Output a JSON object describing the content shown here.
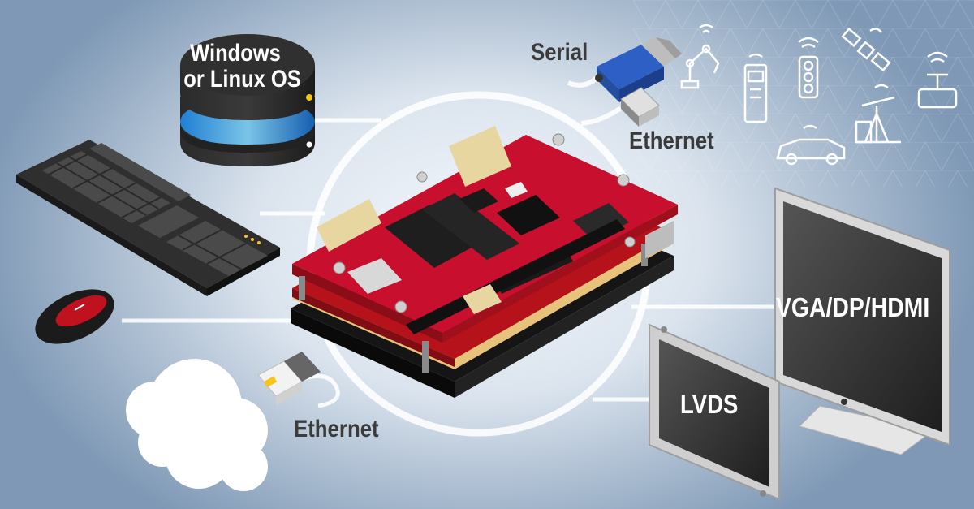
{
  "labels": {
    "os": [
      "Windows",
      "or Linux OS"
    ],
    "serial": "Serial",
    "ethernet_top": "Ethernet",
    "ethernet_bottom": "Ethernet",
    "monitor": "VGA/DP/HDMI",
    "lvds": "LVDS"
  },
  "icons": [
    "keyboard-icon",
    "mouse-icon",
    "cloud-icon",
    "server-disk-icon",
    "serial-connector-icon",
    "ethernet-plug-icon",
    "monitor-icon",
    "lvds-panel-icon",
    "robot-arm-icon",
    "medical-device-icon",
    "traffic-light-icon",
    "satellite-icon",
    "car-icon",
    "oil-pump-icon",
    "valve-icon",
    "single-board-computer"
  ],
  "colors": {
    "board_red": "#c8102e",
    "label_dark": "#3b3b3b",
    "background_blue": "#8aa3bf",
    "disk_glow": "#4fc3f7"
  }
}
